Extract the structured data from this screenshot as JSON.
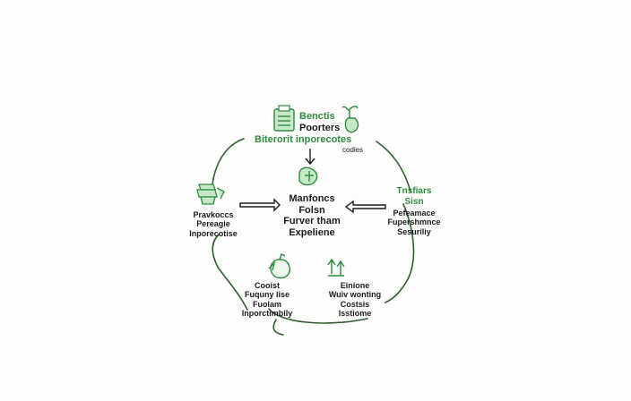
{
  "diagram": {
    "colors": {
      "outline": "#2f5d2f",
      "green_text": "#2e8b3e",
      "icon_fill": "#c7e8c7",
      "text": "#1c1c1c"
    },
    "top": {
      "icon": "clipboard-icon",
      "icon2": "plant-icon",
      "line1": "Benctis",
      "line2": "Poorters",
      "line3": "Biterorit inporecotes",
      "line4": "codies"
    },
    "center": {
      "icon": "cycle-icon",
      "line1": "Manfoncs",
      "line2": "Folsn",
      "line3": "Furver tham",
      "line4": "Expeliene"
    },
    "left": {
      "icon": "stack-icon",
      "line1": "Pravkoccs",
      "line2": "Pereagie",
      "line3": "Inporecotise"
    },
    "right": {
      "line1": "Tnsfiars",
      "line2": "Sisn",
      "line3": "Pefeamace",
      "line4": "Fupershmnce",
      "line5": "Sesuriliy"
    },
    "bottom_left": {
      "icon": "bag-icon",
      "line1": "Cooist",
      "line2": "Fuquny lise",
      "line3": "Fuolam",
      "line4": "Inporctimbily"
    },
    "bottom_right": {
      "icon": "upload-icon",
      "line1": "Einione",
      "line2": "Wuiv wonting",
      "line3": "Costsis",
      "line4": "Isstiome"
    }
  }
}
